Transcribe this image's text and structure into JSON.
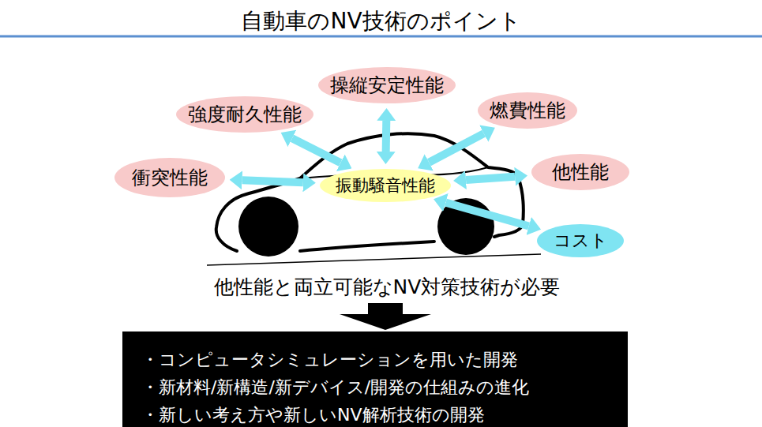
{
  "diagram": {
    "title": "自動車のNV技術のポイント",
    "nodes": [
      {
        "text": [
          "操縦安定性能"
        ]
      },
      {
        "text": [
          "強度耐久性能"
        ]
      },
      {
        "text": [
          "燃費性能"
        ]
      },
      {
        "text": [
          "衝突性能"
        ]
      },
      {
        "text": [
          "振動騒音性能"
        ]
      },
      {
        "text": [
          "他性能"
        ]
      },
      {
        "text": [
          "コスト"
        ]
      },
      {
        "text": [
          "・コンピュータシミュレーションを用いた開発",
          "・新材料/新構造/新デバイス/開発の仕組みの進化",
          "・新しい考え方や新しいNV解析技術の開発"
        ]
      }
    ],
    "edges": [
      {
        "from": 4,
        "to": 0,
        "arrow": "both"
      },
      {
        "from": 4,
        "to": 1,
        "arrow": "both"
      },
      {
        "from": 4,
        "to": 2,
        "arrow": "both"
      },
      {
        "from": 4,
        "to": 3,
        "arrow": "both"
      },
      {
        "from": 4,
        "to": 5,
        "arrow": "both"
      },
      {
        "from": 4,
        "to": 6,
        "arrow": "both"
      }
    ],
    "labels": [
      "他性能と両立可能なNV対策技術が必要"
    ]
  }
}
